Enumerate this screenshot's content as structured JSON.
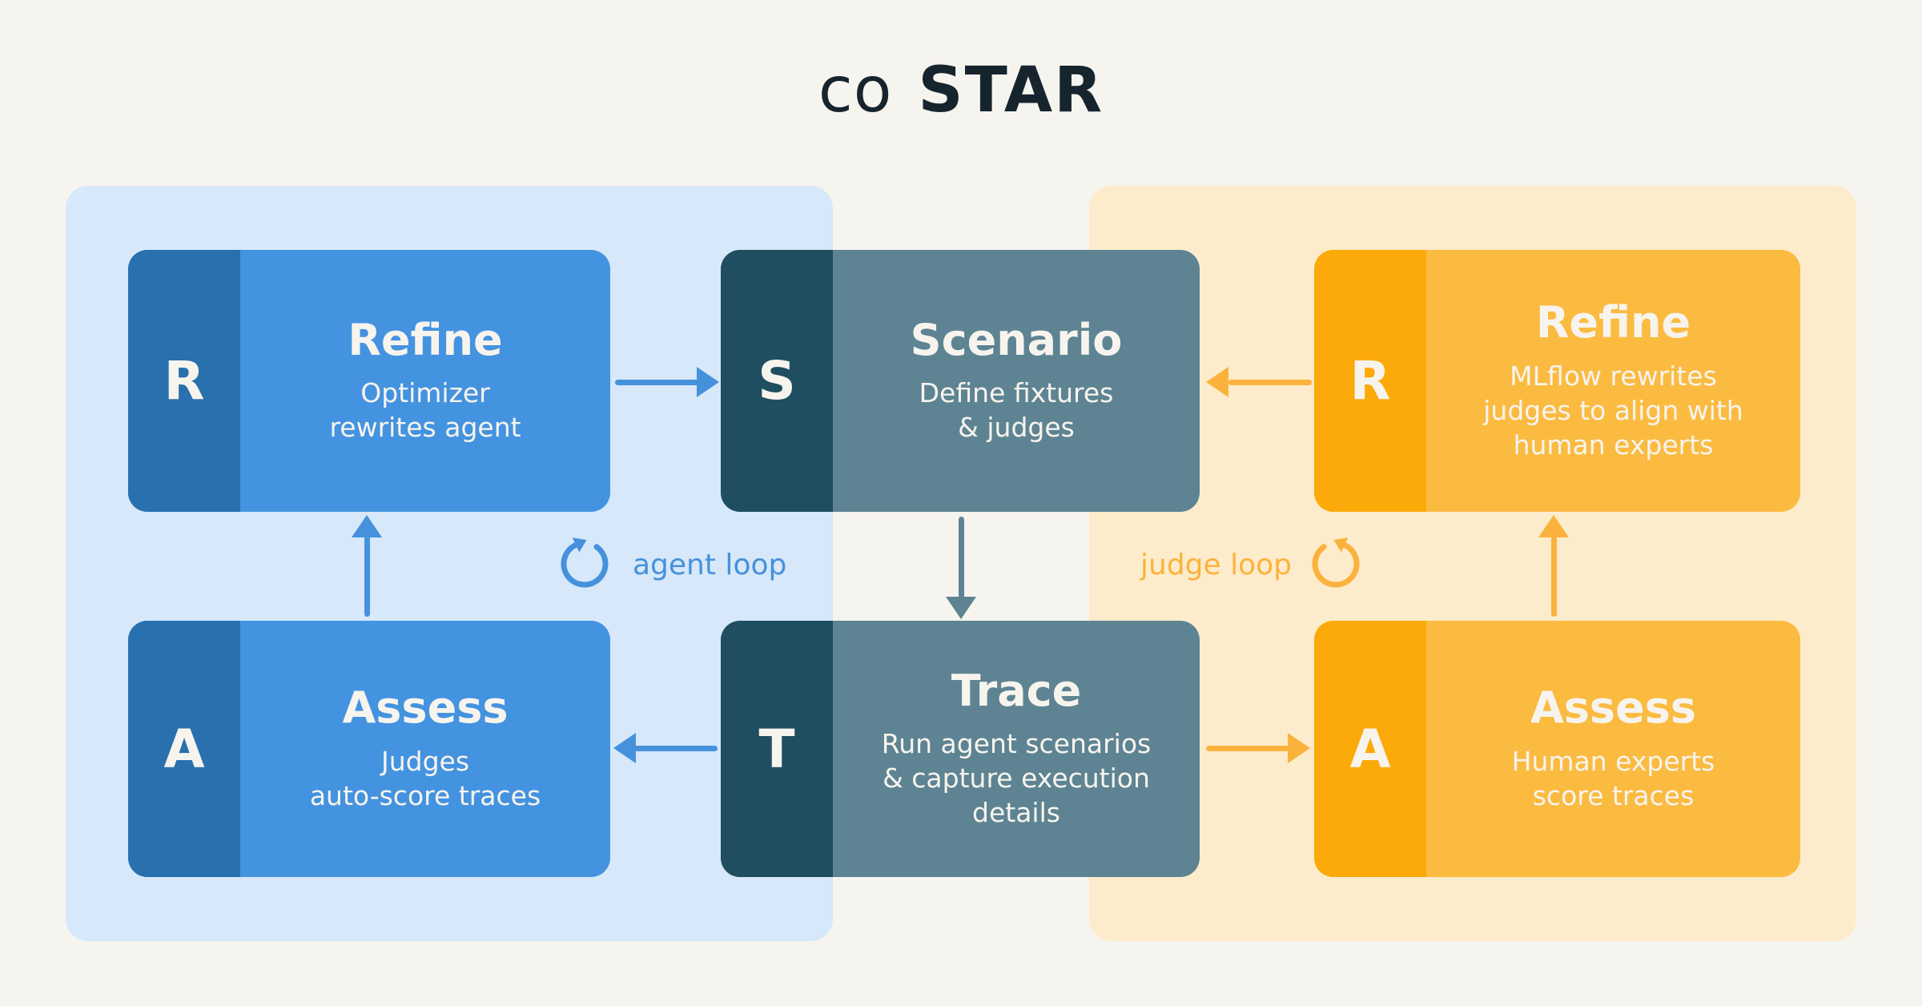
{
  "title": {
    "prefix": "co",
    "main": "STAR"
  },
  "agent": {
    "loop_label": "agent loop",
    "refine": {
      "letter": "R",
      "title": "Refine",
      "description": "Optimizer\nrewrites agent"
    },
    "assess": {
      "letter": "A",
      "title": "Assess",
      "description": "Judges\nauto-score traces"
    }
  },
  "center": {
    "scenario": {
      "letter": "S",
      "title": "Scenario",
      "description": "Define fixtures\n& judges"
    },
    "trace": {
      "letter": "T",
      "title": "Trace",
      "description": "Run agent scenarios\n& capture execution\ndetails"
    }
  },
  "judge": {
    "loop_label": "judge loop",
    "refine": {
      "letter": "R",
      "title": "Refine",
      "description": "MLflow rewrites\njudges to align with\nhuman experts"
    },
    "assess": {
      "letter": "A",
      "title": "Assess",
      "description": "Human experts\nscore traces"
    }
  },
  "colors": {
    "page_bg": "#f6f4ee",
    "agent_panel_bg": "#d6e8fa",
    "judge_panel_bg": "#fdeccb",
    "agent_box": "#4493e0",
    "agent_box_dark": "#2970ae",
    "center_box": "#5e8493",
    "center_box_dark": "#1f4e60",
    "judge_box": "#fbbb41",
    "judge_box_dark": "#fca90a",
    "agent_accent": "#4691db",
    "center_accent": "#5e8493",
    "judge_accent": "#fbb23c",
    "title_color": "#16242e",
    "box_text": "#f7f4ee"
  }
}
